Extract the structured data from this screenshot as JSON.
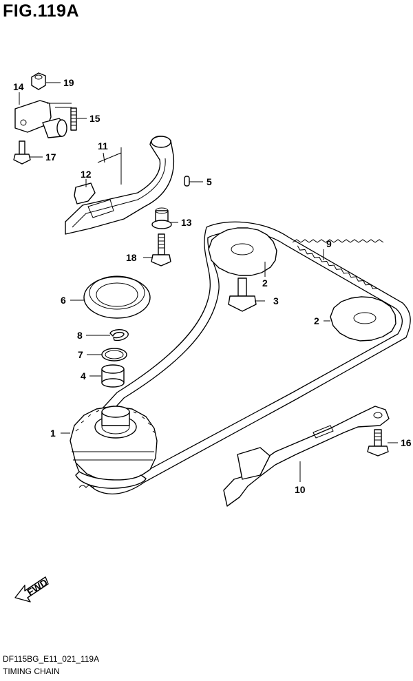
{
  "figure": {
    "title": "FIG.119A",
    "drawing_code": "DF115BG_E11_021_119A",
    "caption": "TIMING CHAIN",
    "fwd_label": "FWD"
  },
  "callouts": [
    "1",
    "2",
    "2",
    "3",
    "4",
    "5",
    "6",
    "7",
    "8",
    "9",
    "10",
    "11",
    "12",
    "13",
    "14",
    "15",
    "16",
    "17",
    "18",
    "19"
  ]
}
